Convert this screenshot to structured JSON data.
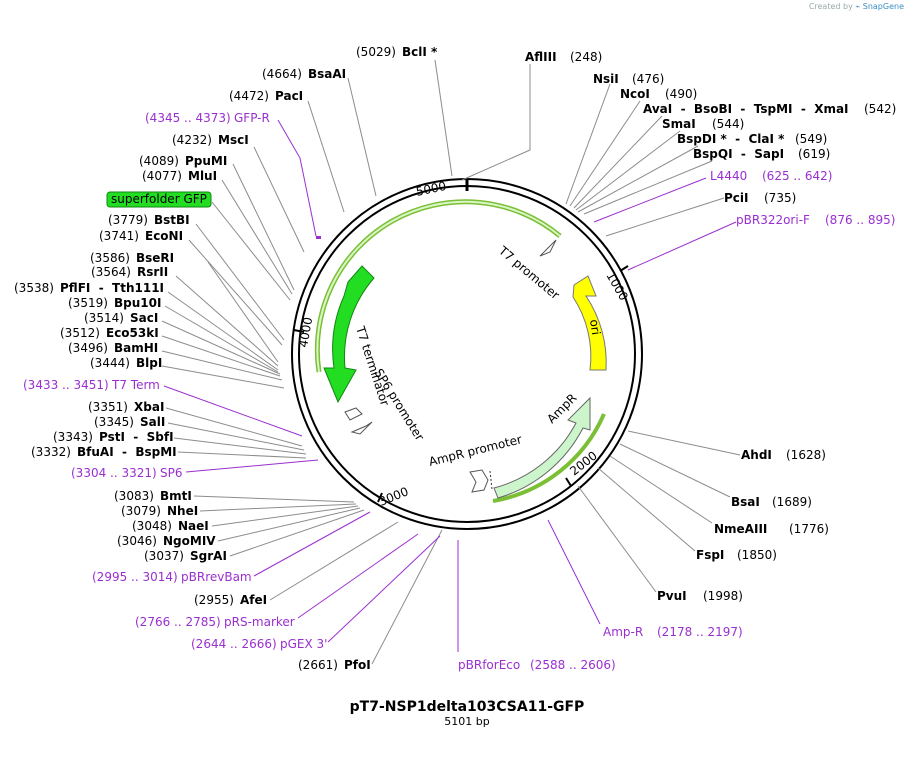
{
  "credit": {
    "prefix": "Created by",
    "brand": "SnapGene"
  },
  "plasmid": {
    "name": "pT7-NSP1delta103CSA11-GFP",
    "length_label": "5101 bp",
    "length": 5101
  },
  "ticks": [
    "1000",
    "2000",
    "3000",
    "4000",
    "5000"
  ],
  "enzymes": [
    {
      "name": "BclI *",
      "pos": "(5029)"
    },
    {
      "name": "AflIII",
      "pos": "(248)"
    },
    {
      "name": "BsaAI",
      "pos": "(4664)"
    },
    {
      "name": "NsiI",
      "pos": "(476)"
    },
    {
      "name": "PacI",
      "pos": "(4472)"
    },
    {
      "name": "NcoI",
      "pos": "(490)"
    },
    {
      "name": "AvaI  -  BsoBI  -  TspMI  -  XmaI",
      "pos": "(542)"
    },
    {
      "name": "SmaI",
      "pos": "(544)"
    },
    {
      "name": "MscI",
      "pos": "(4232)"
    },
    {
      "name": "BspDI *  -  ClaI *",
      "pos": "(549)"
    },
    {
      "name": "BspQI  -  SapI",
      "pos": "(619)"
    },
    {
      "name": "PpuMI",
      "pos": "(4089)"
    },
    {
      "name": "MluI",
      "pos": "(4077)"
    },
    {
      "name": "PciI",
      "pos": "(735)"
    },
    {
      "name": "BstBI",
      "pos": "(3779)"
    },
    {
      "name": "EcoNI",
      "pos": "(3741)"
    },
    {
      "name": "BseRI",
      "pos": "(3586)"
    },
    {
      "name": "RsrII",
      "pos": "(3564)"
    },
    {
      "name": "PflFI  -  Tth111I",
      "pos": "(3538)"
    },
    {
      "name": "Bpu10I",
      "pos": "(3519)"
    },
    {
      "name": "SacI",
      "pos": "(3514)"
    },
    {
      "name": "Eco53kI",
      "pos": "(3512)"
    },
    {
      "name": "BamHI",
      "pos": "(3496)"
    },
    {
      "name": "BlpI",
      "pos": "(3444)"
    },
    {
      "name": "XbaI",
      "pos": "(3351)"
    },
    {
      "name": "SalI",
      "pos": "(3345)"
    },
    {
      "name": "PstI  -  SbfI",
      "pos": "(3343)"
    },
    {
      "name": "BfuAI  -  BspMI",
      "pos": "(3332)"
    },
    {
      "name": "AhdI",
      "pos": "(1628)"
    },
    {
      "name": "BsaI",
      "pos": "(1689)"
    },
    {
      "name": "NmeAIII",
      "pos": "(1776)"
    },
    {
      "name": "FspI",
      "pos": "(1850)"
    },
    {
      "name": "PvuI",
      "pos": "(1998)"
    },
    {
      "name": "BmtI",
      "pos": "(3083)"
    },
    {
      "name": "NheI",
      "pos": "(3079)"
    },
    {
      "name": "NaeI",
      "pos": "(3048)"
    },
    {
      "name": "NgoMIV",
      "pos": "(3046)"
    },
    {
      "name": "SgrAI",
      "pos": "(3037)"
    },
    {
      "name": "AfeI",
      "pos": "(2955)"
    },
    {
      "name": "PfoI",
      "pos": "(2661)"
    }
  ],
  "primers": [
    {
      "name": "GFP-R",
      "range": "(4345 .. 4373)"
    },
    {
      "name": "L4440",
      "range": "(625 .. 642)"
    },
    {
      "name": "pBR322ori-F",
      "range": "(876 .. 895)"
    },
    {
      "name": "T7 Term",
      "range": "(3433 .. 3451)"
    },
    {
      "name": "SP6",
      "range": "(3304 .. 3321)"
    },
    {
      "name": "pBRrevBam",
      "range": "(2995 .. 3014)"
    },
    {
      "name": "pRS-marker",
      "range": "(2766 .. 2785)"
    },
    {
      "name": "pGEX 3'",
      "range": "(2644 .. 2666)"
    },
    {
      "name": "pBRforEco",
      "range": "(2588 .. 2606)"
    },
    {
      "name": "Amp-R",
      "range": "(2178 .. 2197)"
    }
  ],
  "features": [
    {
      "name": "superfolder GFP",
      "color": "#22dd22"
    },
    {
      "name": "T7 promoter",
      "color": "#ffffff"
    },
    {
      "name": "ori",
      "color": "#ffff00"
    },
    {
      "name": "AmpR",
      "color": "#ccf5cc"
    },
    {
      "name": "AmpR promoter",
      "color": "#ffffff"
    },
    {
      "name": "T7 terminator",
      "color": "#ffffff"
    },
    {
      "name": "SP6 promoter",
      "color": "#ffffff"
    }
  ]
}
